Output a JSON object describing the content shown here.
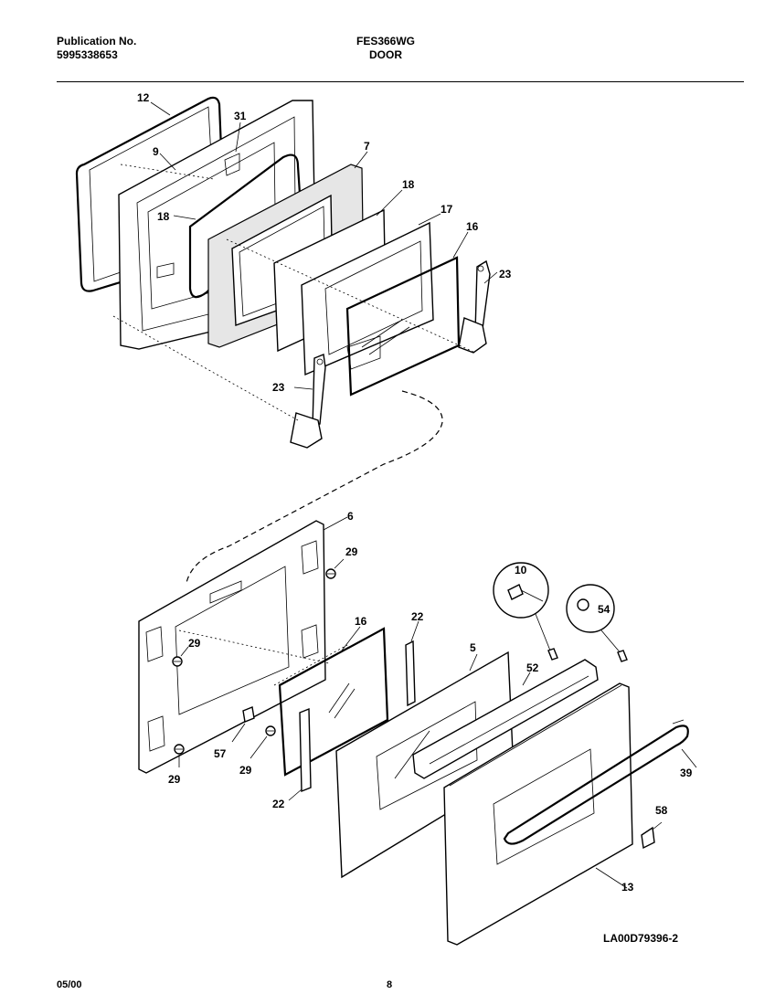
{
  "header": {
    "publication_label": "Publication No.",
    "publication_number": "5995338653",
    "model": "FES366WG",
    "section": "DOOR"
  },
  "callouts": {
    "c12": "12",
    "c9": "9",
    "c31": "31",
    "c7": "7",
    "c18a": "18",
    "c18b": "18",
    "c17": "17",
    "c16a": "16",
    "c23a": "23",
    "c23b": "23",
    "c6": "6",
    "c29a": "29",
    "c29b": "29",
    "c29c": "29",
    "c29d": "29",
    "c16b": "16",
    "c22a": "22",
    "c22b": "22",
    "c5": "5",
    "c10": "10",
    "c54": "54",
    "c52": "52",
    "c39": "39",
    "c57": "57",
    "c58": "58",
    "c13": "13"
  },
  "drawing_id": "LA00D79396-2",
  "footer": {
    "date": "05/00",
    "page": "8"
  }
}
